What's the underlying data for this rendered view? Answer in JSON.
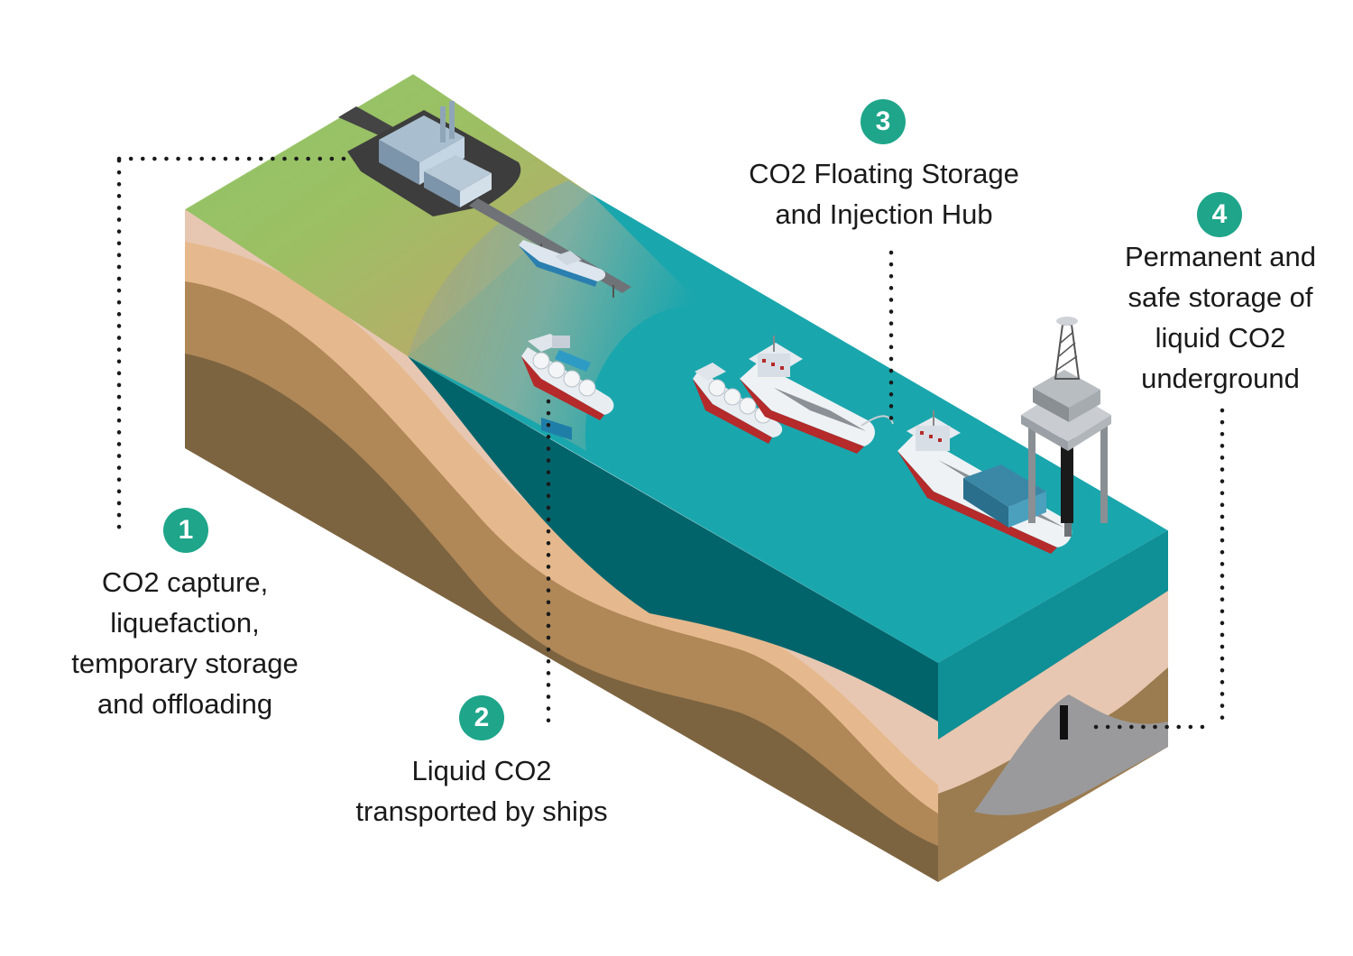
{
  "colors": {
    "accent": "#1ea58a",
    "grass": "#8dc767",
    "sea_surface": "#1aa6ad",
    "sea_deep": "#02646b",
    "sediment_light": "#e7c7b1",
    "sediment_mid": "#e5b98d",
    "rock_mid": "#b08858",
    "rock_dark": "#7d6440",
    "storage_reservoir": "#9a9a9c"
  },
  "steps": [
    {
      "number": "1",
      "lines": [
        "CO2 capture,",
        "liquefaction,",
        "temporary storage",
        "and offloading"
      ]
    },
    {
      "number": "2",
      "lines": [
        "Liquid CO2",
        "transported by ships"
      ]
    },
    {
      "number": "3",
      "lines": [
        "CO2 Floating Storage",
        "and Injection Hub"
      ]
    },
    {
      "number": "4",
      "lines": [
        "Permanent and",
        "safe storage of",
        "liquid CO2",
        "underground"
      ]
    }
  ],
  "icons": [
    "factory-icon",
    "pier-icon",
    "ship-icon",
    "co2-carrier-ship-icon",
    "floating-storage-hub-icon",
    "injection-platform-icon",
    "well-icon"
  ]
}
